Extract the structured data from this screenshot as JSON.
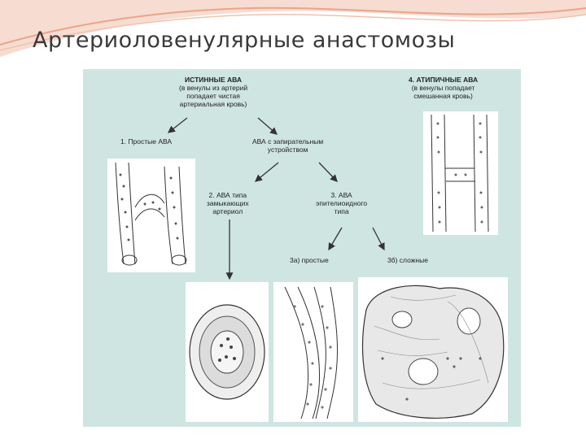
{
  "slide": {
    "title": "Артериоловенулярные анастомозы"
  },
  "diagram": {
    "true_aba": {
      "line1": "ИСТИННЫЕ АВА",
      "line2": "(в венулы из артерий",
      "line3": "попадает чистая",
      "line4": "артериальная кровь)"
    },
    "atypical_aba": {
      "line1": "4. АТИПИЧНЫЕ АВА",
      "line2": "(в венулы попадает",
      "line3": "смешанная кровь)"
    },
    "simple_aba": "1. Простые АВА",
    "locking_aba": {
      "line1": "АВА с запирательным",
      "line2": "устройством"
    },
    "closing_arterioles": {
      "line1": "2. АВА типа",
      "line2": "замыкающих",
      "line3": "артериол"
    },
    "epithelioid": {
      "line1": "3. АВА",
      "line2": "эпителиоидного",
      "line3": "типа"
    },
    "simple_3a": "3а) простые",
    "complex_3b": "3б) сложные"
  },
  "colors": {
    "figure_background": "#cfe5e2",
    "title_text": "#3a3a3a",
    "swoosh": "#e9a58a"
  }
}
